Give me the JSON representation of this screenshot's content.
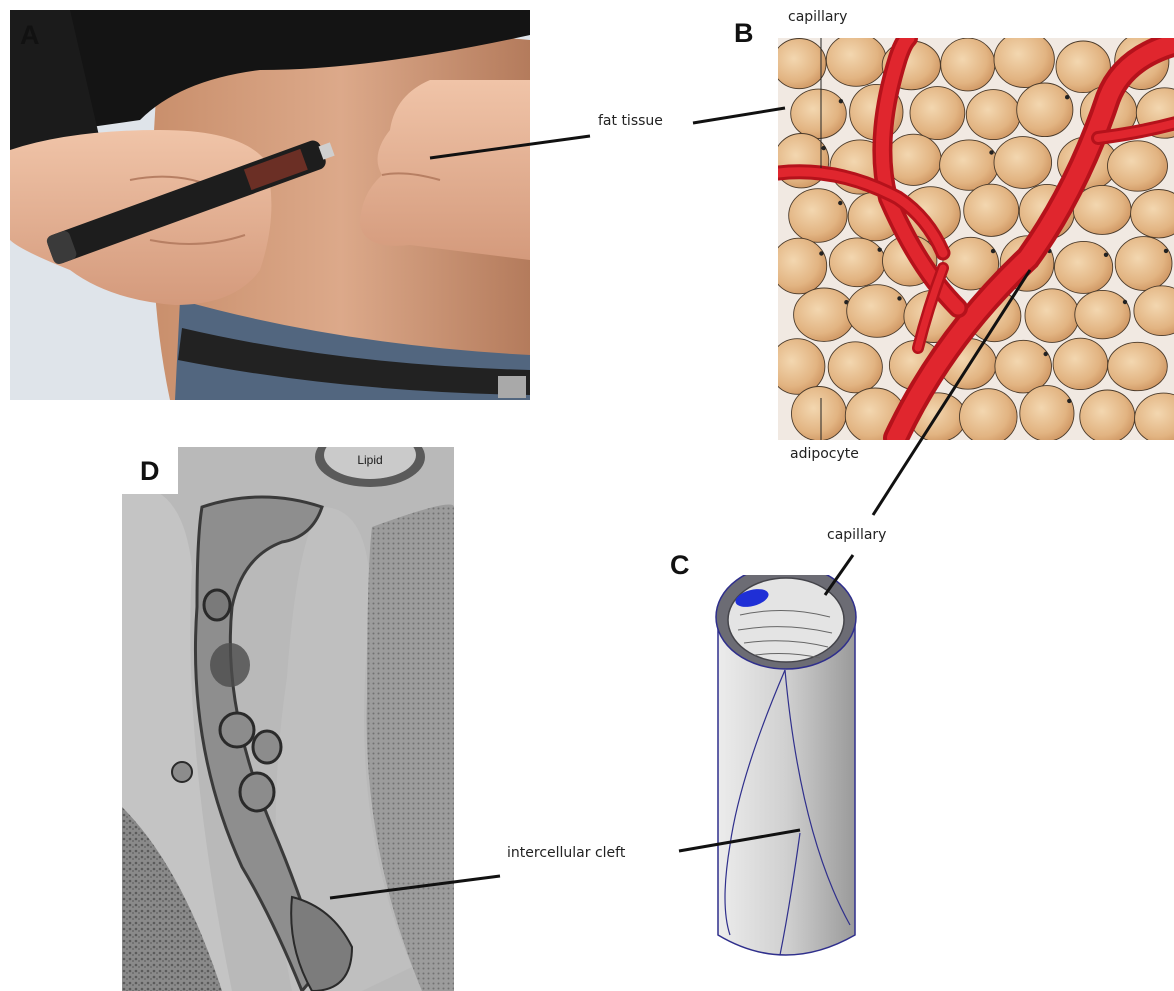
{
  "panels": {
    "a": {
      "letter": "A"
    },
    "b": {
      "letter": "B",
      "em_label": ""
    },
    "c": {
      "letter": "C"
    },
    "d": {
      "letter": "D",
      "em_label": "Lipid"
    }
  },
  "labels": {
    "capillary_top": "capillary",
    "fat_tissue": "fat tissue",
    "adipocyte": "adipocyte",
    "capillary_c": "capillary",
    "intercellular_cleft": "intercellular cleft"
  },
  "colors": {
    "skin": "#d8a483",
    "capillary": "#d11a23",
    "adipocyte": "#e8c08f",
    "nucleus_blue": "#1f2fd6"
  }
}
